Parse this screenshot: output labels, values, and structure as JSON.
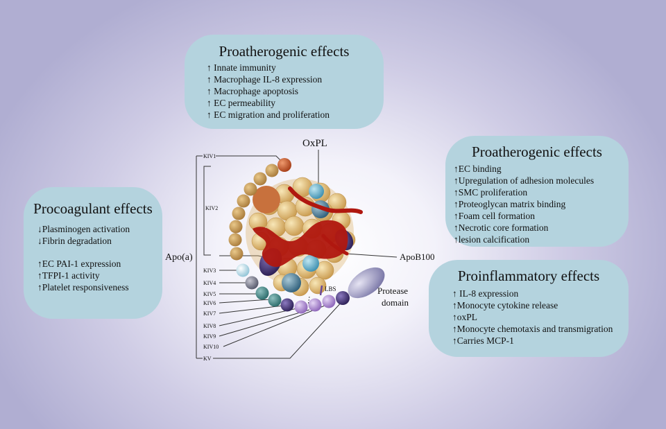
{
  "boxes": {
    "top": {
      "title": "Proatherogenic effects",
      "items": [
        "↑ Innate immunity",
        "↑ Macrophage IL-8 expression",
        "↑ Macrophage apoptosis",
        "↑ EC permeability",
        "↑ EC migration and proliferation"
      ]
    },
    "right_top": {
      "title": "Proatherogenic effects",
      "items": [
        "↑EC binding",
        "↑Upregulation of adhesion molecules",
        "↑SMC  proliferation",
        "↑Proteoglycan matrix binding",
        "↑Foam cell formation",
        "↑Necrotic core formation",
        "↑lesion calcification"
      ]
    },
    "right_bottom": {
      "title": "Proinflammatory effects",
      "items": [
        "↑ IL-8  expression",
        "↑Monocyte cytokine release",
        "↑oxPL",
        "↑Monocyte chemotaxis and transmigration",
        "↑Carries MCP-1"
      ]
    },
    "left": {
      "title": "Procoagulant effects",
      "items_a": [
        "↓Plasminogen activation",
        "↓Fibrin degradation"
      ],
      "items_b": [
        "↑EC  PAI-1 expression",
        "↑TFPI-1 activity",
        "↑Platelet responsiveness"
      ]
    }
  },
  "diagram": {
    "labels": {
      "oxpl": "OxPL",
      "apob100": "ApoB100",
      "apoa": "Apo(a)",
      "lbs": "LBS",
      "protease_line1": "Protease",
      "protease_line2": "domain",
      "kiv1": "KIV1",
      "kiv2": "KIV2",
      "kiv3": "KIV3",
      "kiv4": "KIV4",
      "kiv5": "KIV5",
      "kiv6": "KIV6",
      "kiv7": "KIV7",
      "kiv8": "KIV8",
      "kiv9": "KIV9",
      "kiv10": "KIV10",
      "kv": "KV"
    },
    "colors": {
      "box_fill": "#b4d3de",
      "lipid_bead": "#e2b96c",
      "kiv2_bead": "#c99a52",
      "kiv1_bead": "#c9562b",
      "apob_red": "#b0170f",
      "oxpl_blue": "#6fb6cf",
      "purple": "#4a3a7a",
      "violet": "#9a7ac9"
    }
  }
}
